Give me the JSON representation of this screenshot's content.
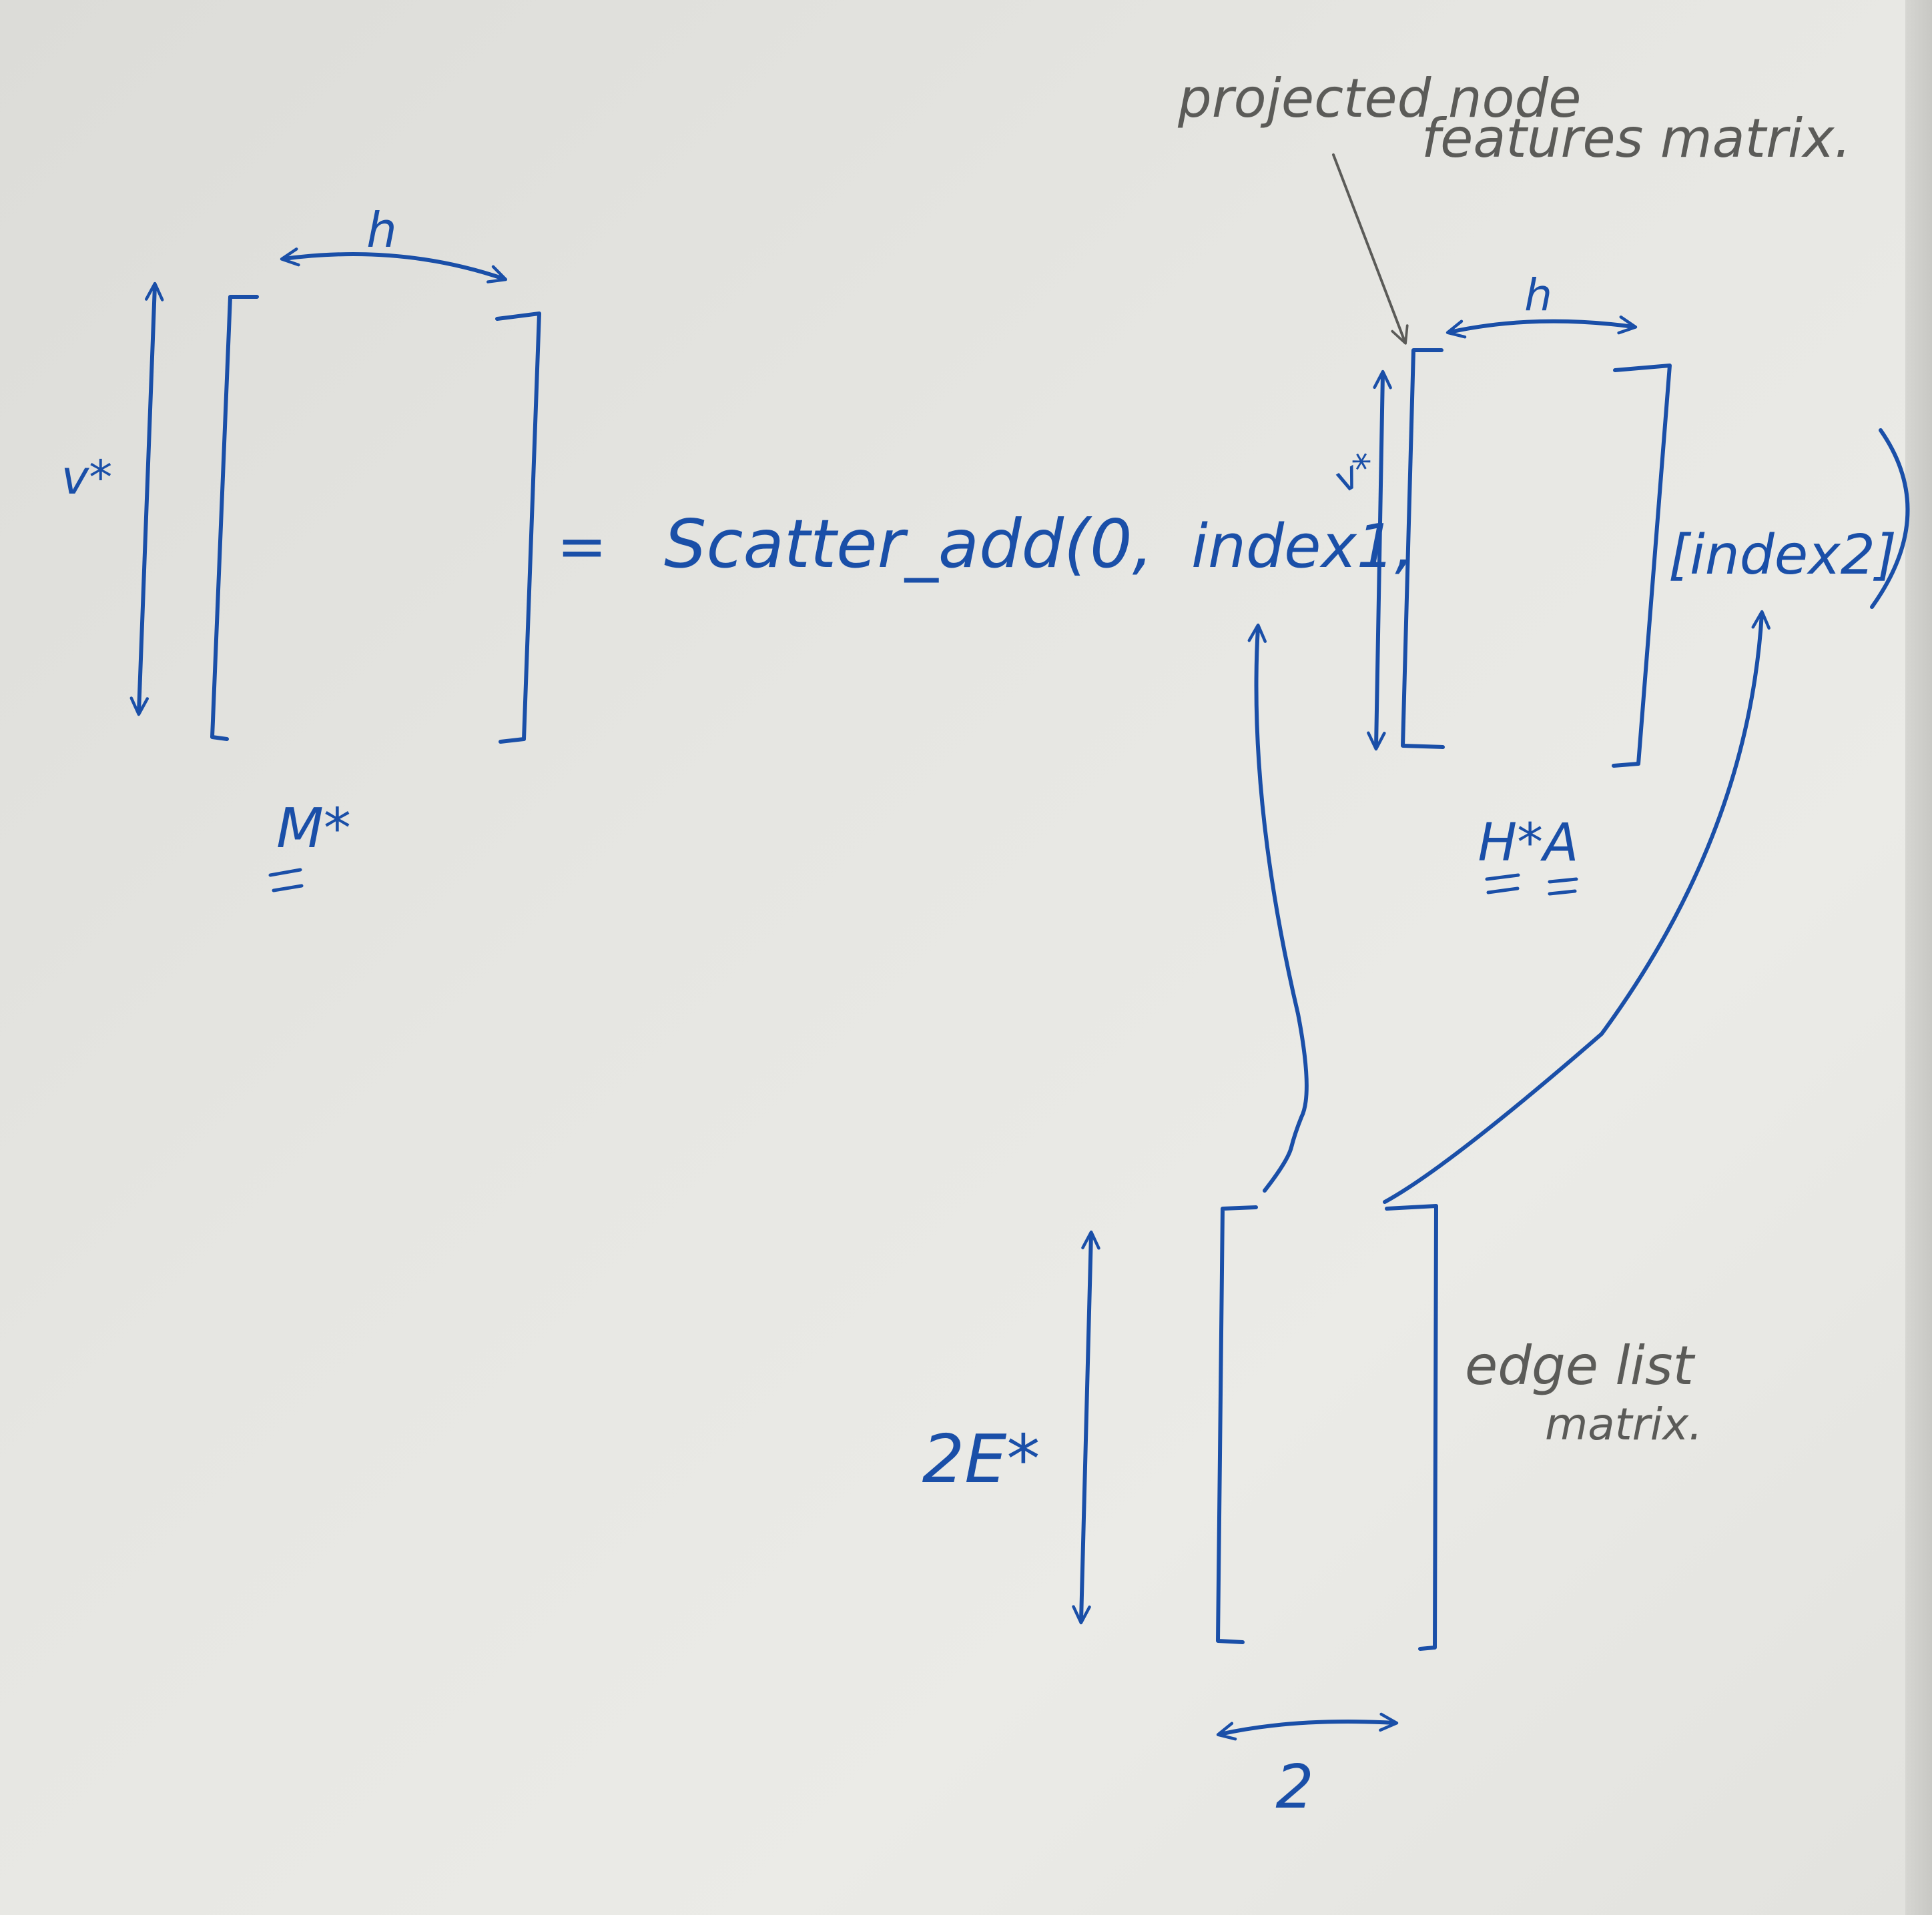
{
  "colors": {
    "paper": "#e6e6e2",
    "blue_ink": "#1a4fa8",
    "pencil": "#5b5b58"
  },
  "equation": {
    "lhs_label": "M*",
    "equals": "=",
    "function_call": "Scatter_add(0,",
    "index1_arg": "index1,",
    "index2_suffix": "[index2]",
    "closing_paren": ")"
  },
  "matrix_m": {
    "width_label": "h",
    "height_label": "v*"
  },
  "matrix_h": {
    "name": "H*A",
    "width_label": "h",
    "height_label": "v*",
    "annotation_line1": "projected node",
    "annotation_line2": "features matrix."
  },
  "matrix_edges": {
    "height_label": "2E*",
    "width_label": "2",
    "annotation_line1": "edge list",
    "annotation_line2": "matrix."
  }
}
